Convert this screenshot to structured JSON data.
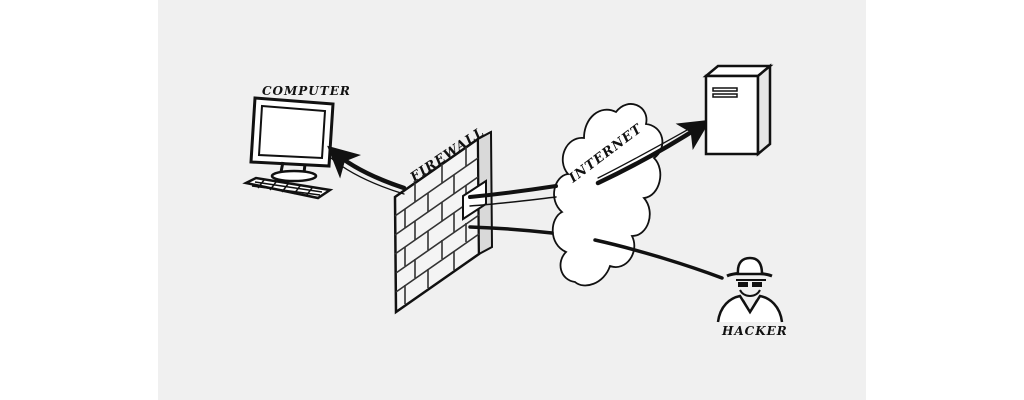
{
  "labels": {
    "computer": "COMPUTER",
    "firewall": "FIREWALL",
    "internet": "INTERNET",
    "hacker": "HACKER"
  },
  "colors": {
    "background": "#f0f0f0",
    "page": "#ffffff",
    "ink": "#111111",
    "cloud_fill": "#ffffff",
    "wall_front": "#f4f4f4",
    "wall_side": "#d9d9d9"
  },
  "icons": [
    "monitor-icon",
    "keyboard-icon",
    "brick-wall-icon",
    "cloud-icon",
    "server-tower-icon",
    "hacker-icon"
  ]
}
